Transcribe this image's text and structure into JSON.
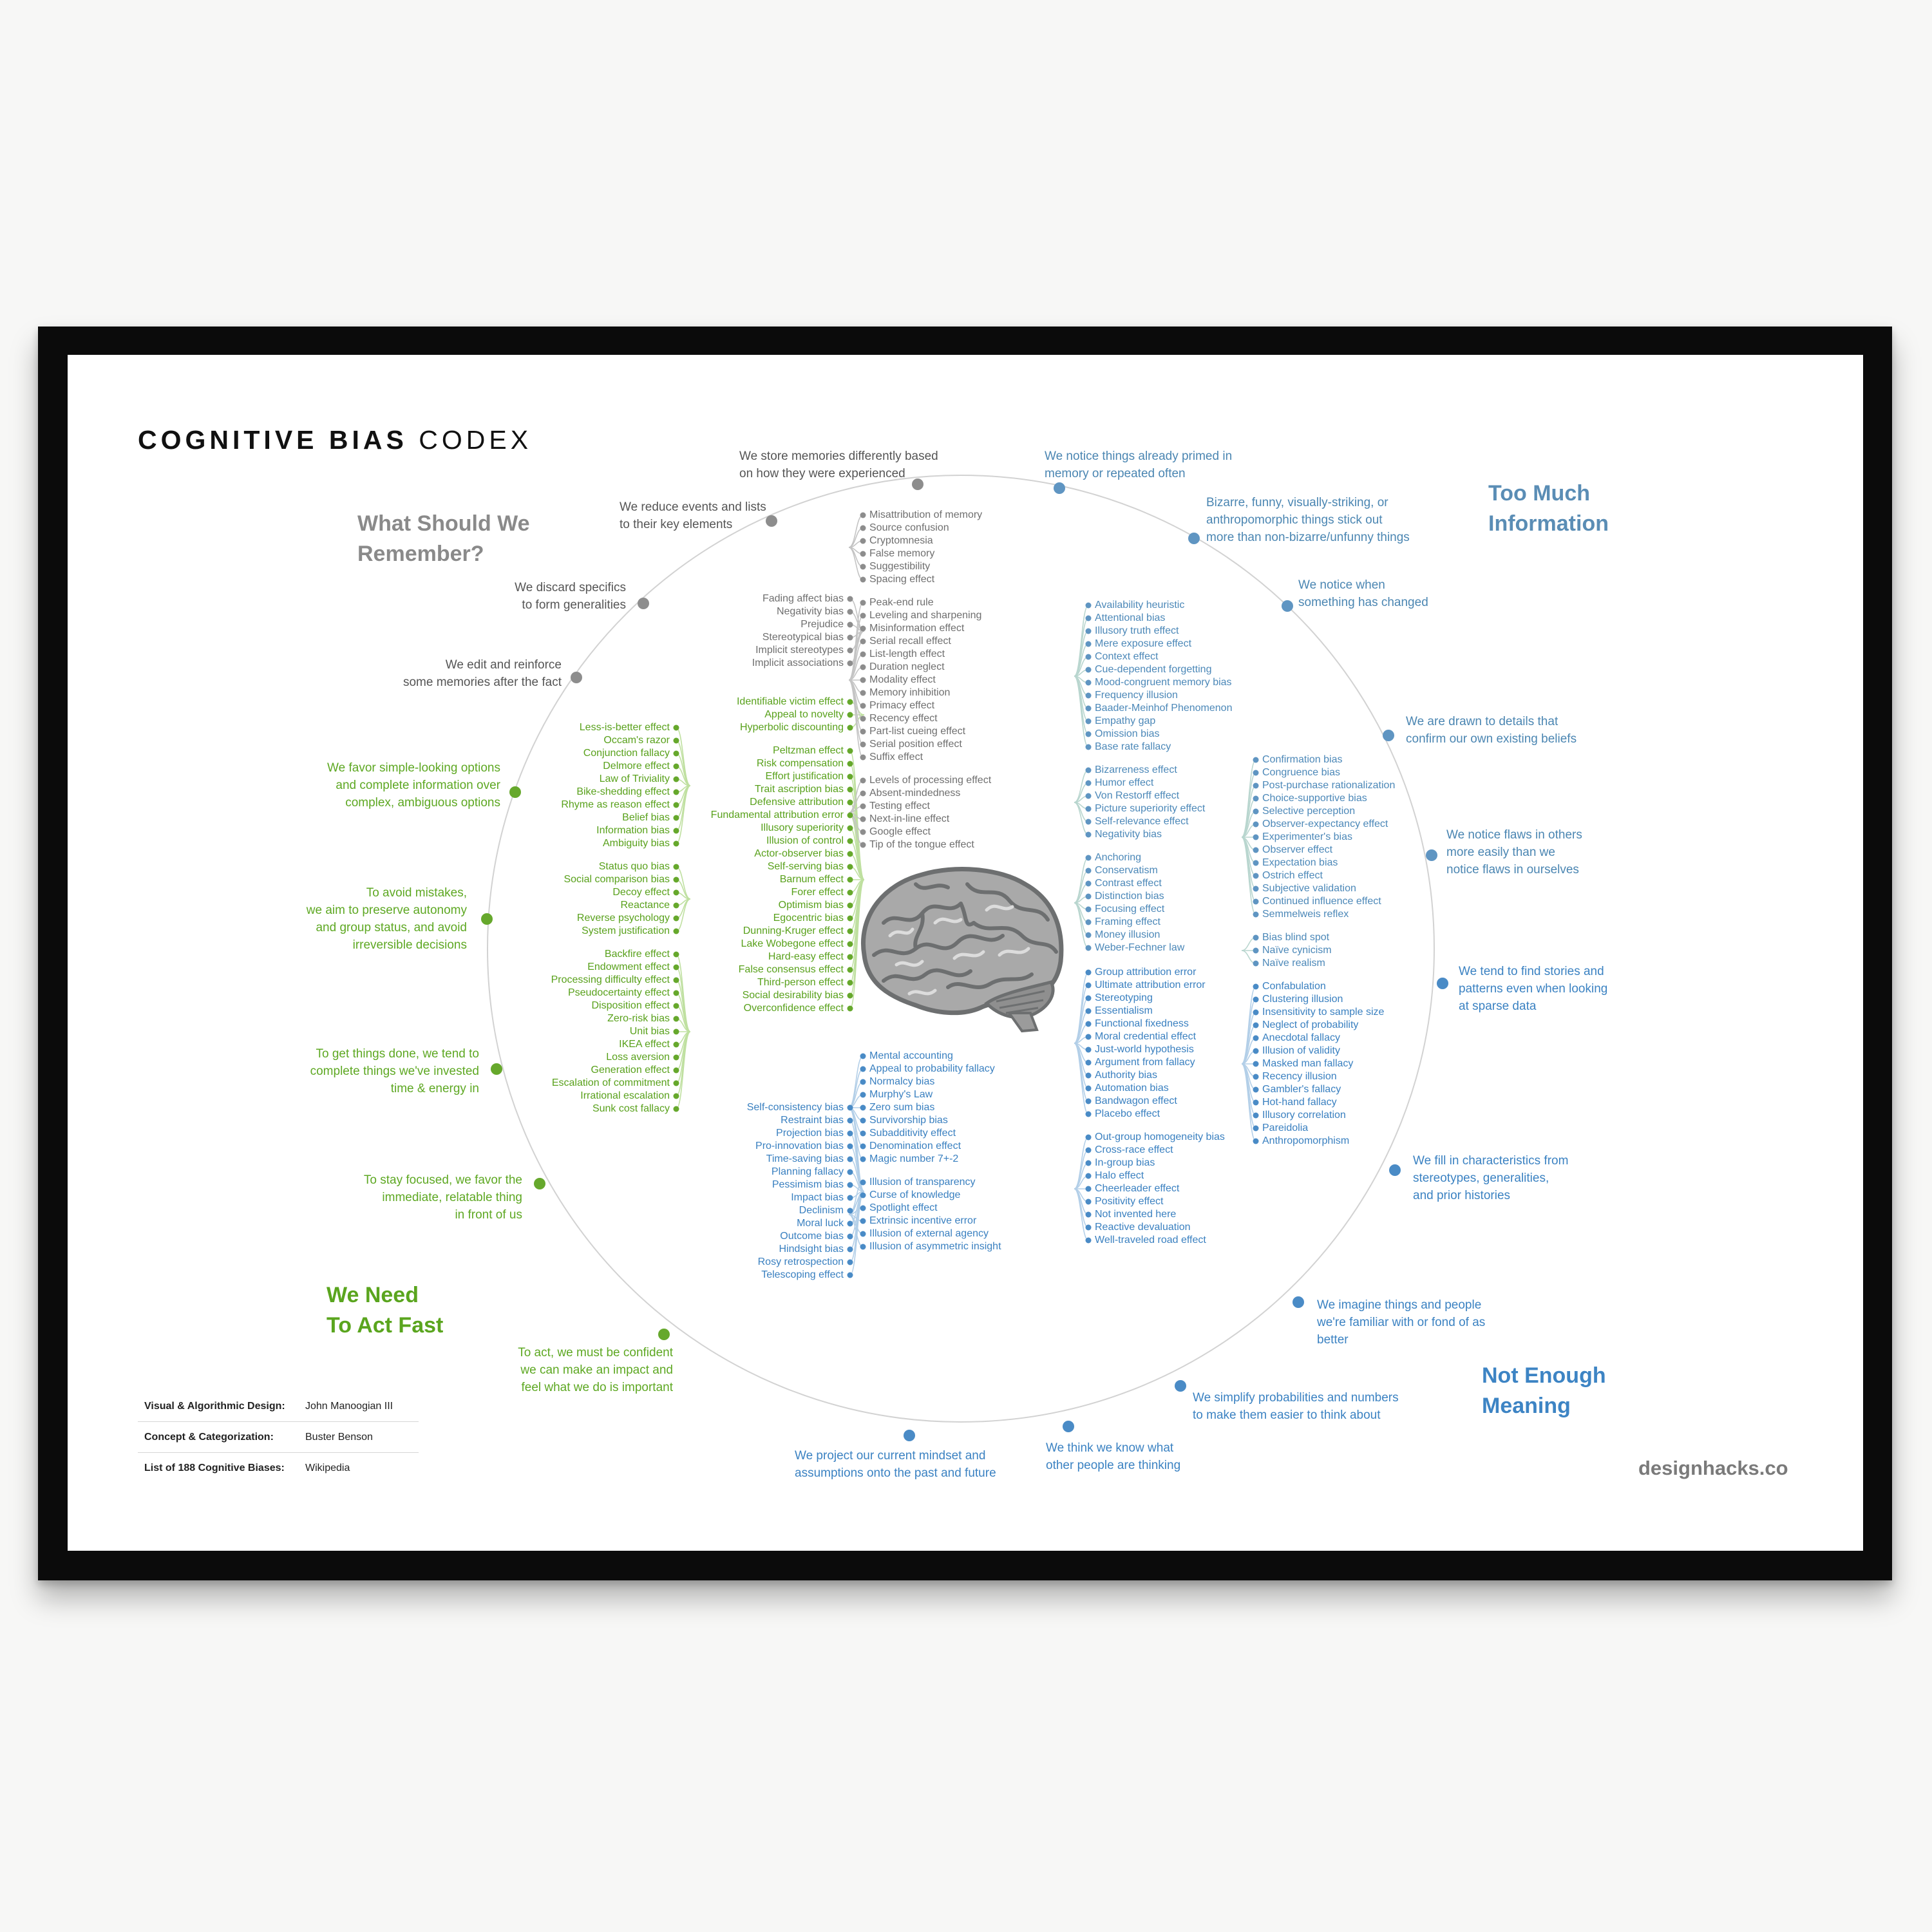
{
  "title": {
    "bold": "COGNITIVE BIAS",
    "light": "CODEX"
  },
  "site": "designhacks.co",
  "credits": [
    {
      "label": "Visual & Algorithmic Design:",
      "value": "John Manoogian III"
    },
    {
      "label": "Concept & Categorization:",
      "value": "Buster Benson"
    },
    {
      "label": "List of 188 Cognitive Biases:",
      "value": "Wikipedia"
    }
  ],
  "categories": [
    {
      "title_lines": [
        "What Should We",
        "Remember?"
      ],
      "colors": {
        "title": "#8a8a8a",
        "text": "#6f6f6f",
        "dot": "#8d8d8d",
        "line": "#c4c4c4",
        "desc": "#555555"
      },
      "groups": [
        {
          "description": [
            "We edit and reinforce",
            "some memories after the fact"
          ],
          "biases": [
            "Misattribution of memory",
            "Source confusion",
            "Cryptomnesia",
            "False memory",
            "Suggestibility",
            "Spacing effect"
          ]
        },
        {
          "description": [
            "We discard specifics",
            "to form generalities"
          ],
          "biases": [
            "Implicit associations",
            "Implicit stereotypes",
            "Stereotypical bias",
            "Prejudice",
            "Negativity bias",
            "Fading affect bias"
          ]
        },
        {
          "description": [
            "We reduce events and lists",
            "to their key elements"
          ],
          "biases": [
            "Peak-end rule",
            "Leveling and sharpening",
            "Misinformation effect",
            "Serial recall effect",
            "List-length effect",
            "Duration neglect",
            "Modality effect",
            "Memory inhibition",
            "Primacy effect",
            "Recency effect",
            "Part-list cueing effect",
            "Serial position effect",
            "Suffix effect"
          ]
        },
        {
          "description": [
            "We store memories differently based",
            "on how they were experienced"
          ],
          "biases": [
            "Levels of processing effect",
            "Absent-mindedness",
            "Testing effect",
            "Next-in-line effect",
            "Google effect",
            "Tip of the tongue effect"
          ]
        }
      ]
    },
    {
      "title_lines": [
        "Too Much",
        "Information"
      ],
      "colors": {
        "title": "#5a8db5",
        "text": "#4c88b8",
        "dot": "#5f95c2",
        "line": "#b9d6cf",
        "desc": "#4b86b2"
      },
      "groups": [
        {
          "description": [
            "We notice things already primed in",
            "memory or repeated often"
          ],
          "biases": [
            "Availability heuristic",
            "Attentional bias",
            "Illusory truth effect",
            "Mere exposure effect",
            "Context effect",
            "Cue-dependent forgetting",
            "Mood-congruent memory bias",
            "Frequency illusion",
            "Baader-Meinhof Phenomenon",
            "Empathy gap",
            "Omission bias",
            "Base rate fallacy"
          ]
        },
        {
          "description": [
            "Bizarre, funny, visually-striking, or",
            "anthropomorphic things stick out",
            "more than non-bizarre/unfunny things"
          ],
          "biases": [
            "Bizarreness effect",
            "Humor effect",
            "Von Restorff effect",
            "Picture superiority effect",
            "Self-relevance effect",
            "Negativity bias"
          ]
        },
        {
          "description": [
            "We notice when",
            "something has changed"
          ],
          "biases": [
            "Anchoring",
            "Conservatism",
            "Contrast effect",
            "Distinction bias",
            "Focusing effect",
            "Framing effect",
            "Money illusion",
            "Weber-Fechner law"
          ]
        },
        {
          "description": [
            "We are drawn to details that",
            "confirm our own existing beliefs"
          ],
          "biases": [
            "Confirmation bias",
            "Congruence bias",
            "Post-purchase rationalization",
            "Choice-supportive bias",
            "Selective perception",
            "Observer-expectancy effect",
            "Experimenter's bias",
            "Observer effect",
            "Expectation bias",
            "Ostrich effect",
            "Subjective validation",
            "Continued influence effect",
            "Semmelweis reflex"
          ]
        },
        {
          "description": [
            "We notice flaws in others",
            "more easily than we",
            "notice flaws in ourselves"
          ],
          "biases": [
            "Bias blind spot",
            "Naïve cynicism",
            "Naïve realism"
          ]
        }
      ]
    },
    {
      "title_lines": [
        "Not Enough",
        "Meaning"
      ],
      "colors": {
        "title": "#3d84c4",
        "text": "#3a80c0",
        "dot": "#4a8bc6",
        "line": "#b3cfe8",
        "desc": "#3b82c2"
      },
      "groups": [
        {
          "description": [
            "We tend to find stories and",
            "patterns even when looking",
            "at sparse data"
          ],
          "biases": [
            "Confabulation",
            "Clustering illusion",
            "Insensitivity to sample size",
            "Neglect of probability",
            "Anecdotal fallacy",
            "Illusion of validity",
            "Masked man fallacy",
            "Recency illusion",
            "Gambler's fallacy",
            "Hot-hand fallacy",
            "Illusory correlation",
            "Pareidolia",
            "Anthropomorphism"
          ]
        },
        {
          "description": [
            "We fill in characteristics from",
            "stereotypes, generalities,",
            "and prior histories"
          ],
          "biases": [
            "Group attribution error",
            "Ultimate attribution error",
            "Stereotyping",
            "Essentialism",
            "Functional fixedness",
            "Moral credential effect",
            "Just-world hypothesis",
            "Argument from fallacy",
            "Authority bias",
            "Automation bias",
            "Bandwagon effect",
            "Placebo effect"
          ]
        },
        {
          "description": [
            "We imagine things and people",
            "we're familiar with or fond of as",
            "better"
          ],
          "biases": [
            "Out-group homogeneity bias",
            "Cross-race effect",
            "In-group bias",
            "Halo effect",
            "Cheerleader effect",
            "Positivity effect",
            "Not invented here",
            "Reactive devaluation",
            "Well-traveled road effect"
          ]
        },
        {
          "description": [
            "We simplify probabilities and numbers",
            "to make them easier to think about"
          ],
          "biases": [
            "Mental accounting",
            "Appeal to probability fallacy",
            "Normalcy bias",
            "Murphy's Law",
            "Zero sum bias",
            "Survivorship bias",
            "Subadditivity effect",
            "Denomination effect",
            "Magic number 7+-2"
          ]
        },
        {
          "description": [
            "We think we know what",
            "other people are thinking"
          ],
          "biases": [
            "Illusion of transparency",
            "Curse of knowledge",
            "Spotlight effect",
            "Extrinsic incentive error",
            "Illusion of external agency",
            "Illusion of asymmetric insight"
          ]
        },
        {
          "description": [
            "We project our current mindset and",
            "assumptions onto the past and future"
          ],
          "biases": [
            "Telescoping effect",
            "Rosy retrospection",
            "Hindsight bias",
            "Outcome bias",
            "Moral luck",
            "Declinism",
            "Impact bias",
            "Pessimism bias",
            "Planning fallacy",
            "Time-saving bias",
            "Pro-innovation bias",
            "Projection bias",
            "Restraint bias",
            "Self-consistency bias"
          ]
        }
      ]
    },
    {
      "title_lines": [
        "We Need",
        "To Act Fast"
      ],
      "colors": {
        "title": "#5aa51e",
        "text": "#59a11c",
        "dot": "#66a82c",
        "line": "#bfe0a0",
        "desc": "#5ea823"
      },
      "groups": [
        {
          "description": [
            "To act, we must be confident",
            "we can make an impact and",
            "feel what we do is important"
          ],
          "biases": [
            "Overconfidence effect",
            "Social desirability bias",
            "Third-person effect",
            "False consensus effect",
            "Hard-easy effect",
            "Lake Wobegone effect",
            "Dunning-Kruger effect",
            "Egocentric bias",
            "Optimism bias",
            "Forer effect",
            "Barnum effect",
            "Self-serving bias",
            "Actor-observer bias",
            "Illusion of control",
            "Illusory superiority",
            "Fundamental attribution error",
            "Defensive attribution",
            "Trait ascription bias",
            "Effort justification",
            "Risk compensation",
            "Peltzman effect"
          ]
        },
        {
          "description": [
            "To stay focused, we favor the",
            "immediate, relatable thing",
            "in front of us"
          ],
          "biases": [
            "Hyperbolic discounting",
            "Appeal to novelty",
            "Identifiable victim effect"
          ]
        },
        {
          "description": [
            "To get things done, we tend to",
            "complete things we've invested",
            "time & energy in"
          ],
          "biases": [
            "Sunk cost fallacy",
            "Irrational escalation",
            "Escalation of commitment",
            "Generation effect",
            "Loss aversion",
            "IKEA effect",
            "Unit bias",
            "Zero-risk bias",
            "Disposition effect",
            "Pseudocertainty effect",
            "Processing difficulty effect",
            "Endowment effect",
            "Backfire effect"
          ]
        },
        {
          "description": [
            "To avoid mistakes,",
            "we aim to preserve autonomy",
            "and group status, and avoid",
            "irreversible decisions"
          ],
          "biases": [
            "System justification",
            "Reverse psychology",
            "Reactance",
            "Decoy effect",
            "Social comparison bias",
            "Status quo bias"
          ]
        },
        {
          "description": [
            "We favor simple-looking options",
            "and complete information over",
            "complex, ambiguous options"
          ],
          "biases": [
            "Ambiguity bias",
            "Information bias",
            "Belief bias",
            "Rhyme as reason effect",
            "Bike-shedding effect",
            "Law of Triviality",
            "Delmore effect",
            "Conjunction fallacy",
            "Occam's razor",
            "Less-is-better effect"
          ]
        }
      ]
    }
  ]
}
